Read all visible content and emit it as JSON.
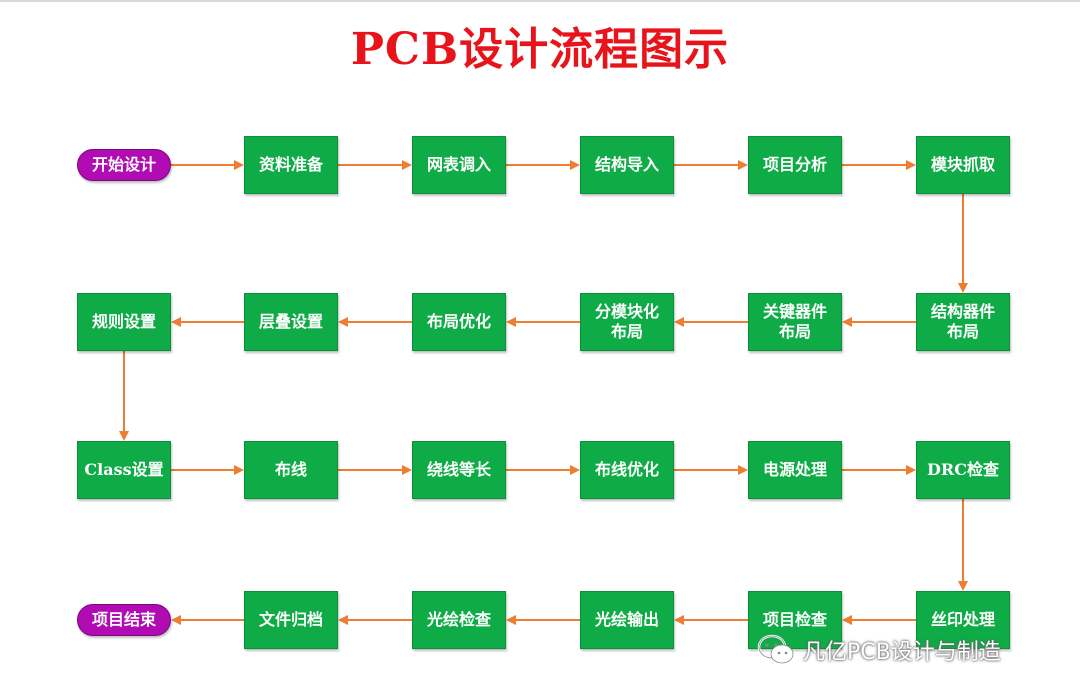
{
  "title": "PCB设计流程图示",
  "watermark": "凡亿PCB设计与制造",
  "colors": {
    "title": "#e8141b",
    "box": "#0eab46",
    "terminal": "#b10bb4",
    "arrow": "#ed7d31"
  },
  "nodes": [
    {
      "id": "n0",
      "label": "开始设计",
      "kind": "terminal"
    },
    {
      "id": "n1",
      "label": "资料准备",
      "kind": "process"
    },
    {
      "id": "n2",
      "label": "网表调入",
      "kind": "process"
    },
    {
      "id": "n3",
      "label": "结构导入",
      "kind": "process"
    },
    {
      "id": "n4",
      "label": "项目分析",
      "kind": "process"
    },
    {
      "id": "n5",
      "label": "模块抓取",
      "kind": "process"
    },
    {
      "id": "n6",
      "label": "规则设置",
      "kind": "process"
    },
    {
      "id": "n7",
      "label": "层叠设置",
      "kind": "process"
    },
    {
      "id": "n8",
      "label": "布局优化",
      "kind": "process"
    },
    {
      "id": "n9",
      "label": "分模块化\n布局",
      "kind": "process"
    },
    {
      "id": "n10",
      "label": "关键器件\n布局",
      "kind": "process"
    },
    {
      "id": "n11",
      "label": "结构器件\n布局",
      "kind": "process"
    },
    {
      "id": "n12",
      "label": "Class设置",
      "kind": "process"
    },
    {
      "id": "n13",
      "label": "布线",
      "kind": "process"
    },
    {
      "id": "n14",
      "label": "绕线等长",
      "kind": "process"
    },
    {
      "id": "n15",
      "label": "布线优化",
      "kind": "process"
    },
    {
      "id": "n16",
      "label": "电源处理",
      "kind": "process"
    },
    {
      "id": "n17",
      "label": "DRC检查",
      "kind": "process"
    },
    {
      "id": "n18",
      "label": "项目结束",
      "kind": "terminal"
    },
    {
      "id": "n19",
      "label": "文件归档",
      "kind": "process"
    },
    {
      "id": "n20",
      "label": "光绘检查",
      "kind": "process"
    },
    {
      "id": "n21",
      "label": "光绘输出",
      "kind": "process"
    },
    {
      "id": "n22",
      "label": "项目检查",
      "kind": "process"
    },
    {
      "id": "n23",
      "label": "丝印处理",
      "kind": "process"
    }
  ],
  "edges": [
    [
      "n0",
      "n1"
    ],
    [
      "n1",
      "n2"
    ],
    [
      "n2",
      "n3"
    ],
    [
      "n3",
      "n4"
    ],
    [
      "n4",
      "n5"
    ],
    [
      "n5",
      "n11"
    ],
    [
      "n11",
      "n10"
    ],
    [
      "n10",
      "n9"
    ],
    [
      "n9",
      "n8"
    ],
    [
      "n8",
      "n7"
    ],
    [
      "n7",
      "n6"
    ],
    [
      "n6",
      "n12"
    ],
    [
      "n12",
      "n13"
    ],
    [
      "n13",
      "n14"
    ],
    [
      "n14",
      "n15"
    ],
    [
      "n15",
      "n16"
    ],
    [
      "n16",
      "n17"
    ],
    [
      "n17",
      "n23"
    ],
    [
      "n23",
      "n22"
    ],
    [
      "n22",
      "n21"
    ],
    [
      "n21",
      "n20"
    ],
    [
      "n20",
      "n19"
    ],
    [
      "n19",
      "n18"
    ]
  ]
}
